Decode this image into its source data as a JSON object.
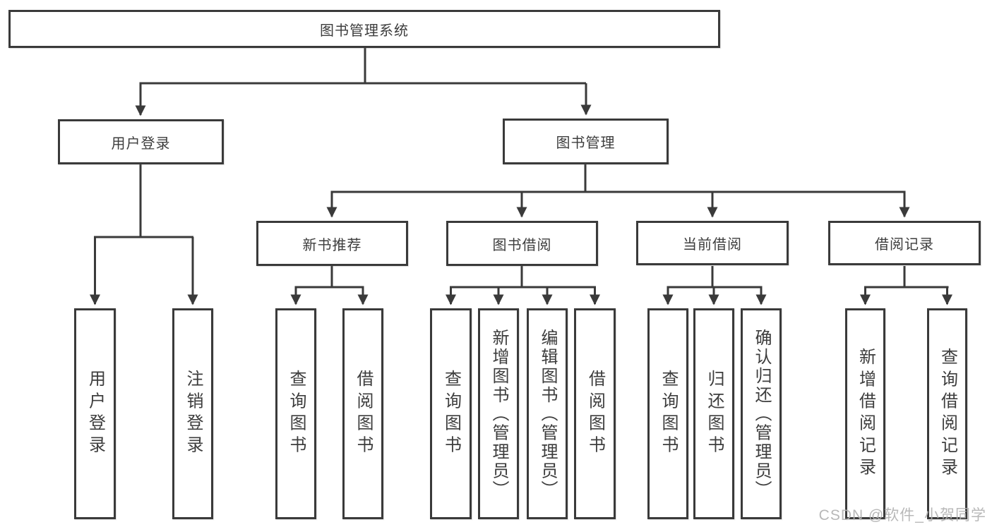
{
  "diagram": {
    "title": "图书管理系统",
    "type": "hierarchy",
    "tree": {
      "label": "图书管理系统",
      "children": [
        {
          "label": "用户登录",
          "children": [
            {
              "label": "用户登录"
            },
            {
              "label": "注销登录"
            }
          ]
        },
        {
          "label": "图书管理",
          "children": [
            {
              "label": "新书推荐",
              "children": [
                {
                  "label": "查询图书"
                },
                {
                  "label": "借阅图书"
                }
              ]
            },
            {
              "label": "图书借阅",
              "children": [
                {
                  "label": "查询图书"
                },
                {
                  "label": "新增图书（管理员）"
                },
                {
                  "label": "编辑图书（管理员）"
                },
                {
                  "label": "借阅图书"
                }
              ]
            },
            {
              "label": "当前借阅",
              "children": [
                {
                  "label": "查询图书"
                },
                {
                  "label": "归还图书"
                },
                {
                  "label": "确认归还（管理员）"
                }
              ]
            },
            {
              "label": "借阅记录",
              "children": [
                {
                  "label": "新增借阅记录"
                },
                {
                  "label": "查询借阅记录"
                }
              ]
            }
          ]
        }
      ]
    }
  },
  "watermark": "CSDN @软件_小贺同学",
  "colors": {
    "line": "#3a3a3a",
    "box_border": "#3a3a3a",
    "text": "#3d3d3d",
    "background": "#ffffff",
    "watermark": "#b2b2b2"
  }
}
